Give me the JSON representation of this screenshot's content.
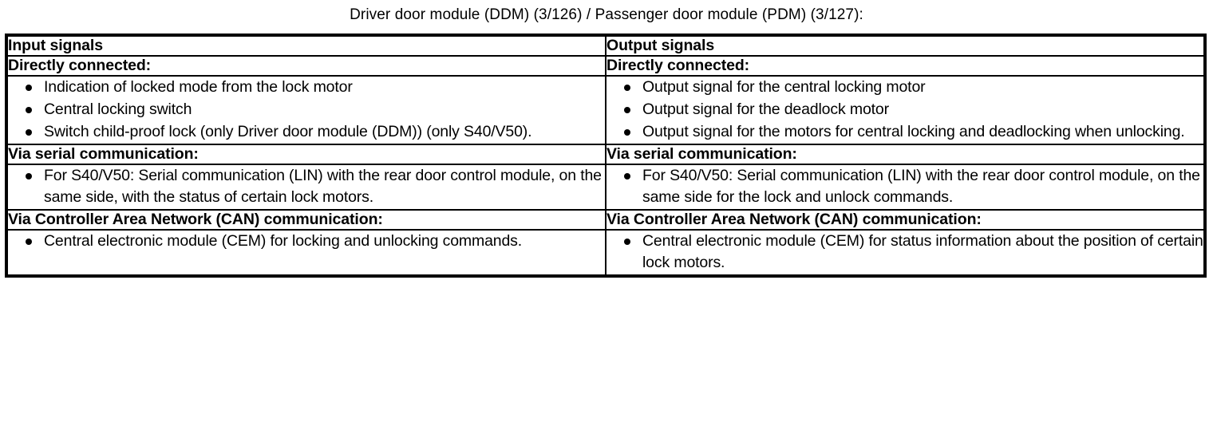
{
  "document": {
    "title": "Driver door module (DDM) (3/126) / Passenger door module (PDM) (3/127):"
  },
  "table": {
    "columns": [
      {
        "header": "Input signals"
      },
      {
        "header": "Output signals"
      }
    ],
    "sections": [
      {
        "heading_left": "Directly connected:",
        "heading_right": "Directly connected:",
        "items_left": [
          "Indication of locked mode from the lock motor",
          "Central locking switch",
          "Switch child-proof lock (only Driver door module (DDM)) (only S40/V50)."
        ],
        "items_right": [
          "Output signal for the central locking motor",
          "Output signal for the deadlock motor",
          "Output signal for the motors for central locking and deadlocking when unlocking."
        ]
      },
      {
        "heading_left": "Via serial communication:",
        "heading_right": "Via serial communication:",
        "items_left": [
          "For S40/V50: Serial communication (LIN) with the rear door control module, on the same side, with the status of certain lock motors."
        ],
        "items_right": [
          "For S40/V50: Serial communication (LIN) with the rear door control module, on the same side for the lock and unlock commands."
        ]
      },
      {
        "heading_left": "Via Controller Area Network (CAN) communication:",
        "heading_right": "Via Controller Area Network (CAN) communication:",
        "items_left": [
          "Central electronic module (CEM) for locking and unlocking commands."
        ],
        "items_right": [
          "Central electronic module (CEM) for status information about the position of certain lock motors."
        ]
      }
    ]
  }
}
